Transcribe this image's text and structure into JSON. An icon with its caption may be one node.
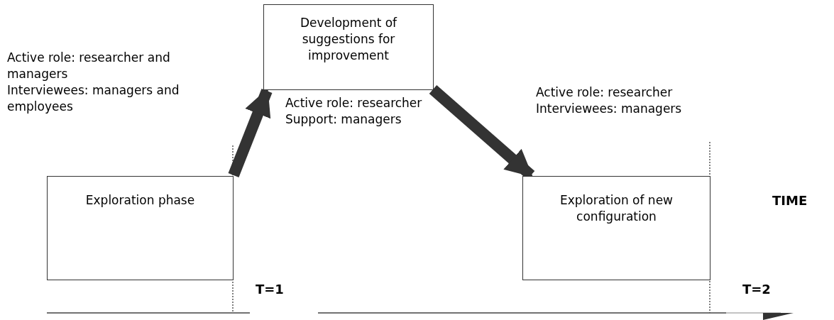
{
  "diagram": {
    "nodes": [
      {
        "text": [
          "Exploration phase"
        ],
        "beside": [
          "Active role: researcher and managers",
          "Interviewees: managers and employees"
        ]
      },
      {
        "text": [
          "Development of suggestions for improvement"
        ],
        "beside": [
          "Active role: researcher",
          "Support: managers"
        ]
      },
      {
        "text": [
          "Exploration of new configuration"
        ],
        "beside": [
          "Active role: researcher",
          "Interviewees: managers"
        ]
      }
    ],
    "edges": [
      {
        "from": 0,
        "to": 1,
        "arrow": "to"
      },
      {
        "from": 1,
        "to": 2,
        "arrow": "to"
      }
    ],
    "labels": [
      "TIME",
      "T=1",
      "T=2"
    ]
  }
}
